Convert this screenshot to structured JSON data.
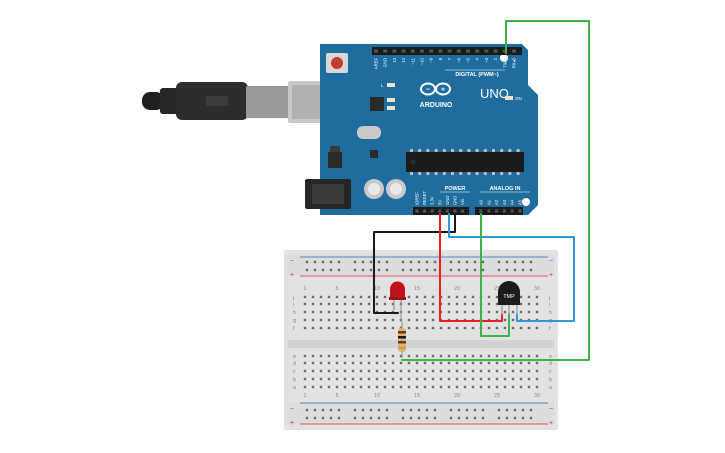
{
  "board": {
    "brand": "ARDUINO",
    "model": "UNO",
    "digital_header_label": "DIGITAL (PWM~)",
    "analog_header_label": "ANALOG IN",
    "power_header_label": "POWER",
    "on_led_label": "ON",
    "l_led_label": "L",
    "tx_label": "TX",
    "rx_label": "RX",
    "digital_pins": [
      "AREF",
      "GND",
      "13",
      "12",
      "~11",
      "~10",
      "~9",
      "8",
      "7",
      "~6",
      "~5",
      "4",
      "~3",
      "2",
      "TX▸1",
      "RX◂0"
    ],
    "power_pins": [
      "IOREF",
      "RESET",
      "3.3V",
      "5V",
      "GND",
      "GND",
      "Vin"
    ],
    "analog_pins": [
      "A0",
      "A1",
      "A2",
      "A3",
      "A4",
      "A5"
    ]
  },
  "sensor": {
    "label": "TMP"
  },
  "breadboard": {
    "columns": [
      "1",
      "5",
      "10",
      "15",
      "20",
      "25",
      "30"
    ],
    "rows_top": [
      "j",
      "i",
      "h",
      "g",
      "f"
    ],
    "rows_bottom": [
      "e",
      "d",
      "c",
      "b",
      "a"
    ]
  },
  "colors": {
    "board": "#1f6d9e",
    "wire_red": "#e62222",
    "wire_green": "#3cb44a",
    "wire_blue": "#2a9bd6",
    "wire_black": "#1a1a1a",
    "led": "#c0121a"
  }
}
